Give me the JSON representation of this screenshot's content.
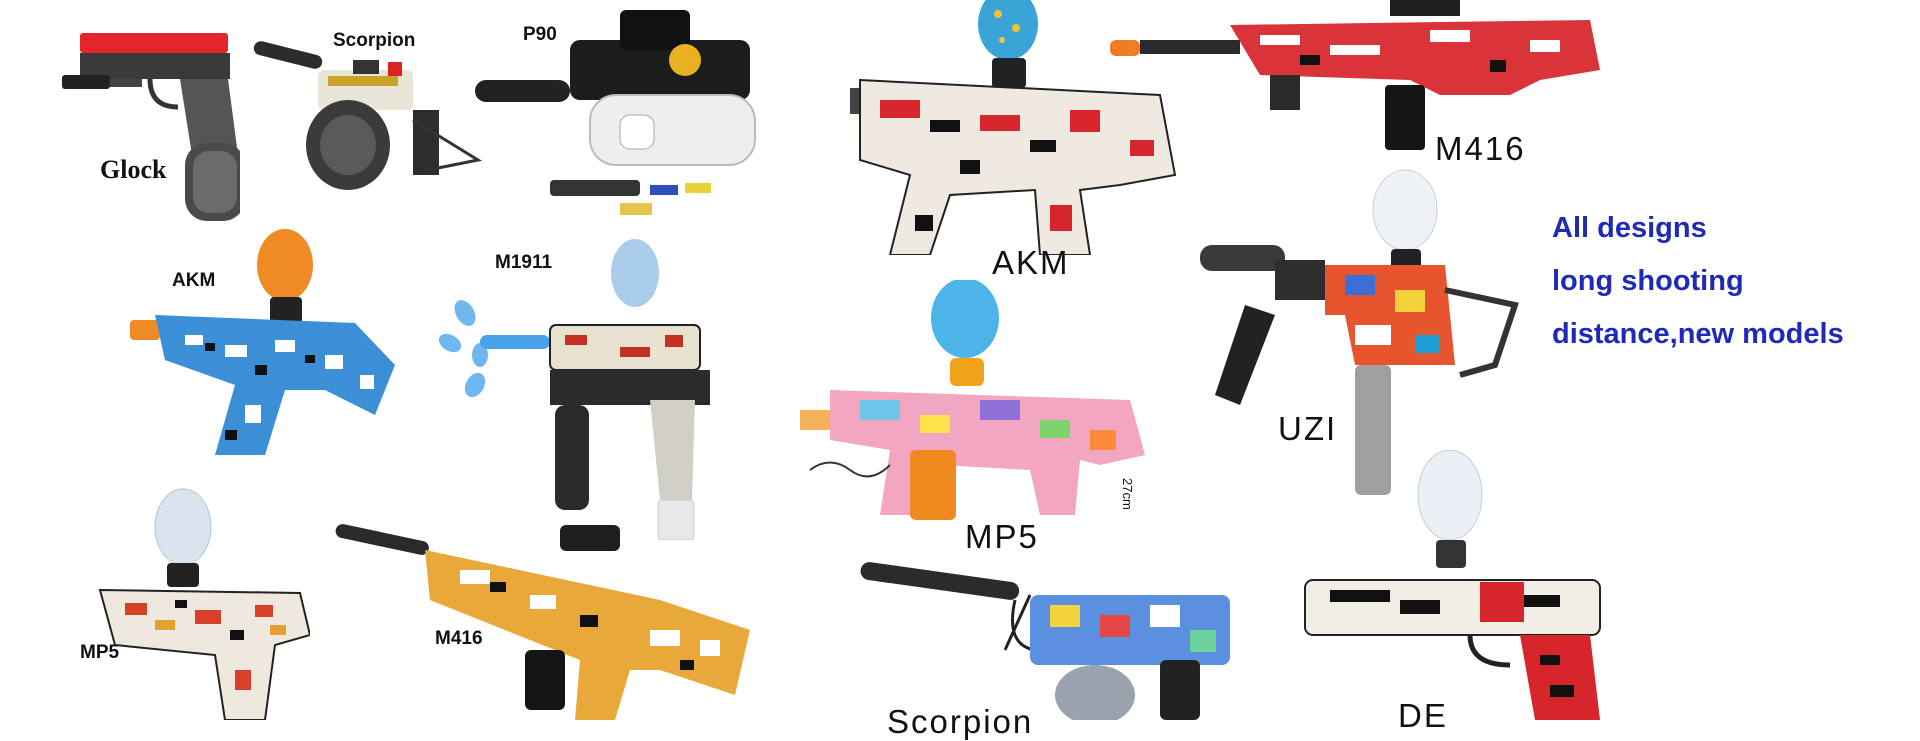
{
  "labels": {
    "glock": "Glock",
    "scorpion_top": "Scorpion",
    "p90": "P90",
    "akm_left": "AKM",
    "m1911": "M1911",
    "mp5_left": "MP5",
    "m416_left": "M416",
    "akm_mid": "AKM",
    "mp5_mid": "MP5",
    "scorpion_bottom": "Scorpion",
    "m416_right": "M416",
    "uzi": "UZI",
    "de": "DE",
    "size_mark": "27cm"
  },
  "promo": {
    "line1": "All designs",
    "line2": "long shooting",
    "line3": "distance,new models"
  },
  "colors": {
    "promo_text": "#1f2bb7",
    "label_text": "#111111",
    "background": "#ffffff"
  },
  "icons": {
    "glock": "glock-gel-blaster-icon",
    "scorpion": "scorpion-gel-blaster-icon",
    "p90": "p90-gel-blaster-icon",
    "akm": "akm-gel-blaster-icon",
    "m1911": "m1911-gel-blaster-icon",
    "mp5": "mp5-gel-blaster-icon",
    "m416": "m416-gel-blaster-icon",
    "uzi": "uzi-gel-blaster-icon",
    "de": "desert-eagle-gel-blaster-icon"
  }
}
